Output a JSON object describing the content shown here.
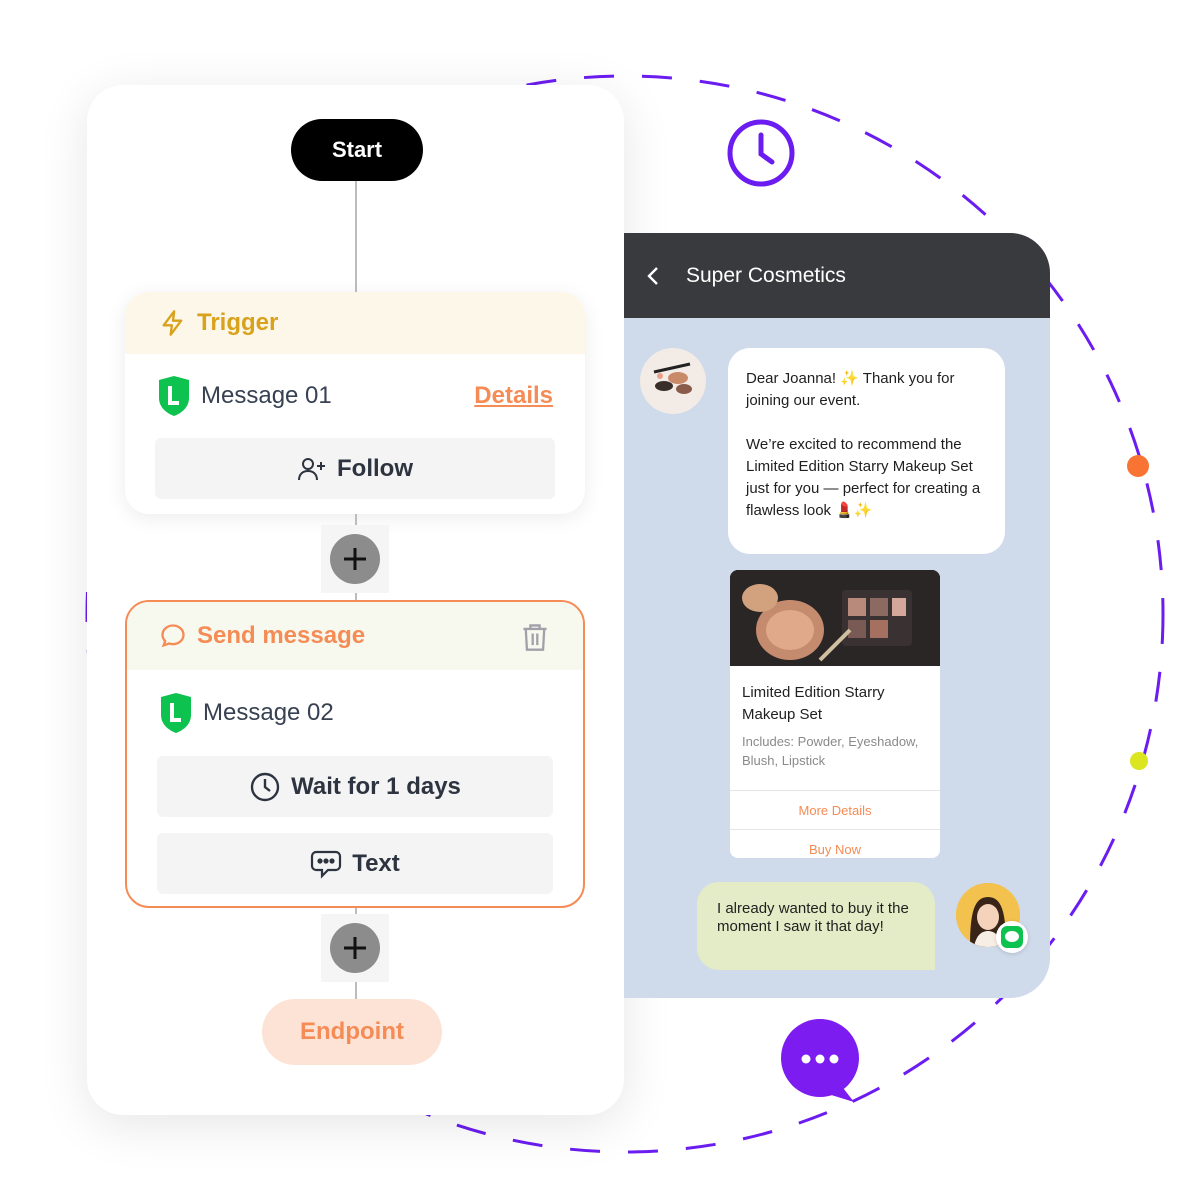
{
  "flow": {
    "start_label": "Start",
    "trigger": {
      "title": "Trigger",
      "message_label": "Message 01",
      "details_link": "Details",
      "action_label": "Follow"
    },
    "send_message": {
      "title": "Send message",
      "message_label": "Message 02",
      "wait_label": "Wait for 1 days",
      "text_label": "Text"
    },
    "endpoint_label": "Endpoint"
  },
  "chat": {
    "header_title": "Super Cosmetics",
    "incoming": {
      "line1": "Dear Joanna! ✨ Thank you for joining our event.",
      "line2": "We’re excited to recommend the Limited Edition Starry Makeup Set just for you — perfect for creating a flawless look 💄✨"
    },
    "product": {
      "name": "Limited Edition Starry Makeup Set",
      "description": "Includes: Powder, Eyeshadow, Blush, Lipstick",
      "more_details": "More Details",
      "buy_now": "Buy Now"
    },
    "outgoing": "I already wanted to buy it the moment I saw it that day!"
  },
  "colors": {
    "accent_orange": "#f58b55",
    "trigger_gold": "#d9a21b",
    "ring_purple": "#6b1cf0",
    "line_green": "#0ec24f"
  }
}
